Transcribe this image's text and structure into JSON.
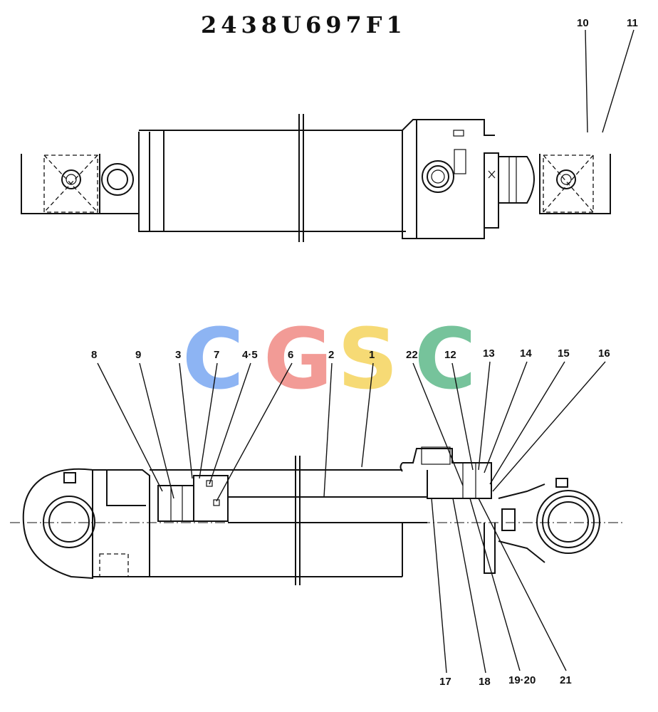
{
  "title": "2438U697F1",
  "watermark": {
    "letters": [
      "C",
      "G",
      "S",
      "C"
    ],
    "colors": [
      "#7aa7f2",
      "#f08a84",
      "#f5d45e",
      "#5fb98a"
    ]
  },
  "callouts_top": [
    "10",
    "11"
  ],
  "callouts_bottom_upper": [
    "8",
    "9",
    "3",
    "7",
    "4·5",
    "6",
    "2",
    "1",
    "22",
    "12",
    "13",
    "14",
    "15",
    "16"
  ],
  "callouts_bottom_lower": [
    "17",
    "18",
    "19·20",
    "21"
  ]
}
